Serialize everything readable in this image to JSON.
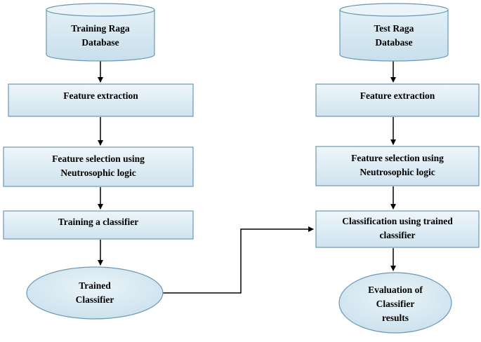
{
  "colors": {
    "box_fill": "#d6e8f2",
    "box_fill_light": "#e7f2f8",
    "box_stroke": "#6a98b4",
    "arrow": "#000000"
  },
  "nodes": {
    "training_db": {
      "shape": "cylinder",
      "lines": [
        "Training Raga",
        "Database"
      ]
    },
    "train_feature_extraction": {
      "shape": "rectangle",
      "lines": [
        "Feature extraction"
      ]
    },
    "train_feature_selection": {
      "shape": "rectangle",
      "lines": [
        "Feature selection using",
        "Neutrosophic logic"
      ]
    },
    "training_classifier": {
      "shape": "rectangle",
      "lines": [
        "Training a classifier"
      ]
    },
    "trained_classifier": {
      "shape": "ellipse",
      "lines": [
        "Trained",
        "Classifier"
      ]
    },
    "test_db": {
      "shape": "cylinder",
      "lines": [
        "Test Raga",
        "Database"
      ]
    },
    "test_feature_extraction": {
      "shape": "rectangle",
      "lines": [
        "Feature extraction"
      ]
    },
    "test_feature_selection": {
      "shape": "rectangle",
      "lines": [
        "Feature selection using",
        "Neutrosophic logic"
      ]
    },
    "classification": {
      "shape": "rectangle",
      "lines": [
        "Classification using trained",
        "classifier"
      ]
    },
    "evaluation": {
      "shape": "ellipse",
      "lines": [
        "Evaluation of",
        "Classifier",
        "results"
      ]
    }
  },
  "edges": [
    {
      "from": "training_db",
      "to": "train_feature_extraction"
    },
    {
      "from": "train_feature_extraction",
      "to": "train_feature_selection"
    },
    {
      "from": "train_feature_selection",
      "to": "training_classifier"
    },
    {
      "from": "training_classifier",
      "to": "trained_classifier"
    },
    {
      "from": "trained_classifier",
      "to": "classification"
    },
    {
      "from": "test_db",
      "to": "test_feature_extraction"
    },
    {
      "from": "test_feature_extraction",
      "to": "test_feature_selection"
    },
    {
      "from": "test_feature_selection",
      "to": "classification"
    },
    {
      "from": "classification",
      "to": "evaluation"
    }
  ]
}
